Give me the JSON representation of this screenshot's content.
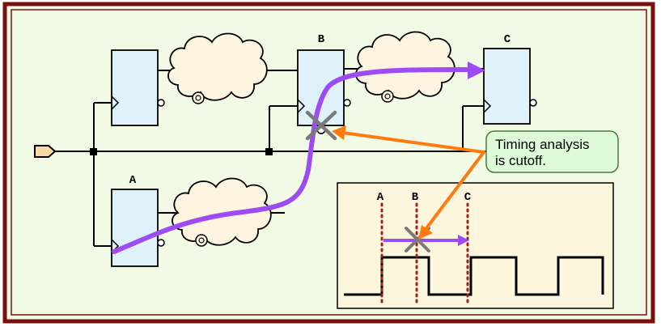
{
  "labels": {
    "ff_a": "A",
    "ff_b": "B",
    "ff_c": "C",
    "waveform_a": "A",
    "waveform_b": "B",
    "waveform_c": "C"
  },
  "callout": {
    "line1": "Timing analysis",
    "line2": "is cutoff."
  },
  "colors": {
    "frame": "#7a0f0f",
    "background": "#f0fae4",
    "flipflop_fill": "#dff1fb",
    "cloud_fill": "#fdf5df",
    "path_purple": "#9c4cf2",
    "arrow_orange": "#ff7a10",
    "callout_fill": "#dffad8",
    "callout_border": "#4a7a3a",
    "waveform_fill": "#fcf6dc",
    "marker_red": "#a0201a",
    "cross_gray": "#7a7a7a",
    "input_port_fill": "#f9d9a6"
  },
  "icons": {
    "input_port": "input-port-icon",
    "cut_marker": "x-cross-icon"
  }
}
